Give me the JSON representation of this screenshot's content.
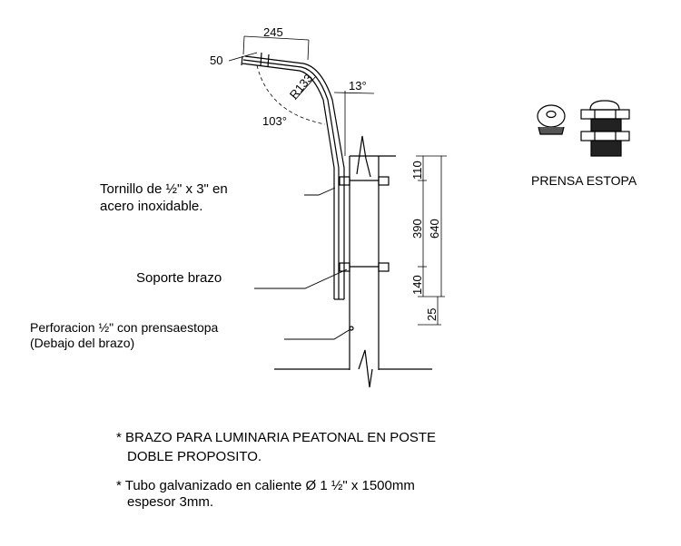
{
  "dimensions": {
    "arm_length": "245",
    "arm_tip": "50",
    "bend_radius": "R133",
    "tilt_angle": "13°",
    "bend_angle": "103°",
    "top_offset": "110",
    "bolt_spacing": "390",
    "total_bracket": "640",
    "bottom_offset": "140",
    "hole_offset": "25"
  },
  "labels": {
    "bolt_line1": "Tornillo de ½\" x 3\" en",
    "bolt_line2": "acero inoxidable.",
    "support": "Soporte brazo",
    "hole_line1": "Perforacion ½\" con prensaestopa",
    "hole_line2": "(Debajo del brazo)",
    "gland": "PRENSA ESTOPA"
  },
  "notes": {
    "note1_line1": "* BRAZO PARA LUMINARIA PEATONAL EN POSTE",
    "note1_line2": "DOBLE PROPOSITO.",
    "note2_line1": "* Tubo galvanizado en caliente Ø 1 ½\" x 1500mm",
    "note2_line2": "espesor 3mm."
  }
}
